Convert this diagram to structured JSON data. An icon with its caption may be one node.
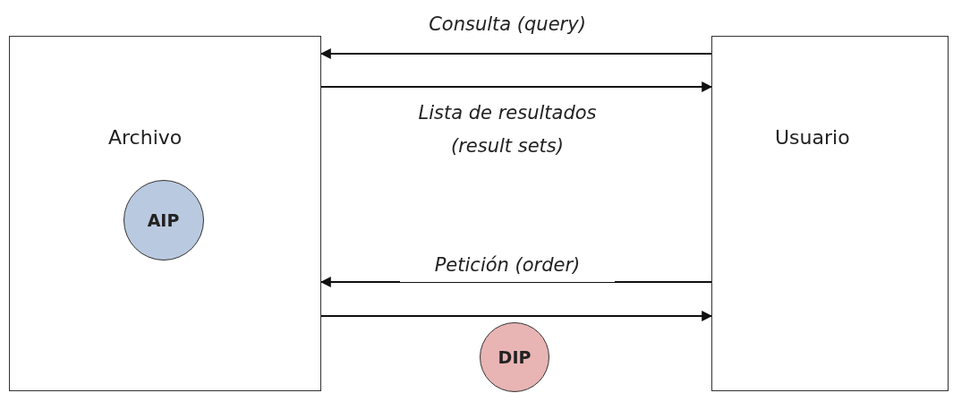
{
  "diagram": {
    "nodes": [
      {
        "text": [
          "Archivo"
        ]
      },
      {
        "text": [
          "AIP"
        ],
        "in": 0
      },
      {
        "text": [
          "Usuario"
        ]
      },
      {
        "text": [
          "DIP"
        ]
      }
    ],
    "edges": [
      {
        "from": 2,
        "to": 0,
        "arrow": "to",
        "label": "Consulta (query)"
      },
      {
        "from": 0,
        "to": 2,
        "arrow": "to",
        "label": "Lista de resultados (result sets)"
      },
      {
        "from": 2,
        "to": 0,
        "arrow": "to",
        "label": "Petición (order)"
      },
      {
        "from": 0,
        "to": 2,
        "arrow": "to"
      }
    ]
  }
}
